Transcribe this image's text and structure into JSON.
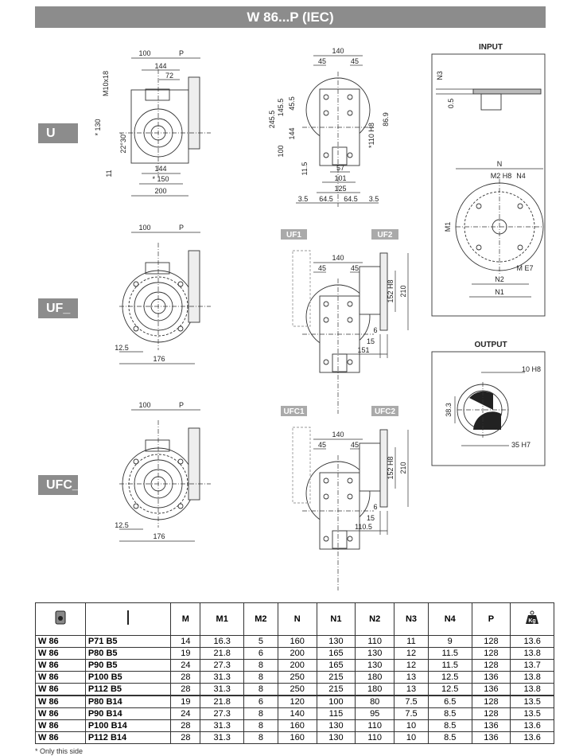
{
  "title": "W 86...P (IEC)",
  "tags": {
    "u": "U",
    "uf": "UF_",
    "ufc": "UFC_"
  },
  "dims": {
    "u_front": [
      "100",
      "P",
      "144",
      "72",
      "M10x18",
      "* 130",
      "22°30'",
      "11",
      "144",
      "* 150",
      "200"
    ],
    "u_side": [
      "140",
      "45",
      "45",
      "245.5",
      "145.5",
      "45.5",
      "144",
      "100",
      "86.9",
      "*110 H8",
      "11.5",
      "57",
      "101",
      "125",
      "3.5",
      "64.5",
      "64.5",
      "3.5"
    ],
    "uf_front": [
      "100",
      "P",
      "12.5",
      "176"
    ],
    "uf_side": [
      "140",
      "45",
      "45",
      "UF1",
      "UF2",
      "152 H8",
      "210",
      "6",
      "15",
      "151"
    ],
    "ufc_front": [
      "100",
      "P",
      "12.5",
      "176"
    ],
    "ufc_side": [
      "140",
      "45",
      "45",
      "UFC1",
      "UFC2",
      "152 H8",
      "210",
      "6",
      "15",
      "110.5"
    ],
    "input": [
      "INPUT",
      "N3",
      "0.5",
      "N",
      "M2 H8",
      "N4",
      "M1",
      "M E7",
      "N2",
      "N1"
    ],
    "output": [
      "OUTPUT",
      "10 H8",
      "38.3",
      "35 H7"
    ]
  },
  "table": {
    "headers": [
      "gearbox-icon",
      "shaft-icon",
      "M",
      "M1",
      "M2",
      "N",
      "N1",
      "N2",
      "N3",
      "N4",
      "P",
      "weight-kg-icon"
    ],
    "weight_icon_label": "Kg",
    "rows": [
      [
        "W 86",
        "P71 B5",
        "14",
        "16.3",
        "5",
        "160",
        "130",
        "110",
        "11",
        "9",
        "128",
        "13.6"
      ],
      [
        "W 86",
        "P80 B5",
        "19",
        "21.8",
        "6",
        "200",
        "165",
        "130",
        "12",
        "11.5",
        "128",
        "13.8"
      ],
      [
        "W 86",
        "P90 B5",
        "24",
        "27.3",
        "8",
        "200",
        "165",
        "130",
        "12",
        "11.5",
        "128",
        "13.7"
      ],
      [
        "W 86",
        "P100 B5",
        "28",
        "31.3",
        "8",
        "250",
        "215",
        "180",
        "13",
        "12.5",
        "136",
        "13.8"
      ],
      [
        "W 86",
        "P112 B5",
        "28",
        "31.3",
        "8",
        "250",
        "215",
        "180",
        "13",
        "12.5",
        "136",
        "13.8"
      ],
      [
        "W 86",
        "P80 B14",
        "19",
        "21.8",
        "6",
        "120",
        "100",
        "80",
        "7.5",
        "6.5",
        "128",
        "13.5"
      ],
      [
        "W 86",
        "P90 B14",
        "24",
        "27.3",
        "8",
        "140",
        "115",
        "95",
        "7.5",
        "8.5",
        "128",
        "13.5"
      ],
      [
        "W 86",
        "P100 B14",
        "28",
        "31.3",
        "8",
        "160",
        "130",
        "110",
        "10",
        "8.5",
        "136",
        "13.6"
      ],
      [
        "W 86",
        "P112 B14",
        "28",
        "31.3",
        "8",
        "160",
        "130",
        "110",
        "10",
        "8.5",
        "136",
        "13.6"
      ]
    ]
  },
  "footnote": "* Only this side"
}
